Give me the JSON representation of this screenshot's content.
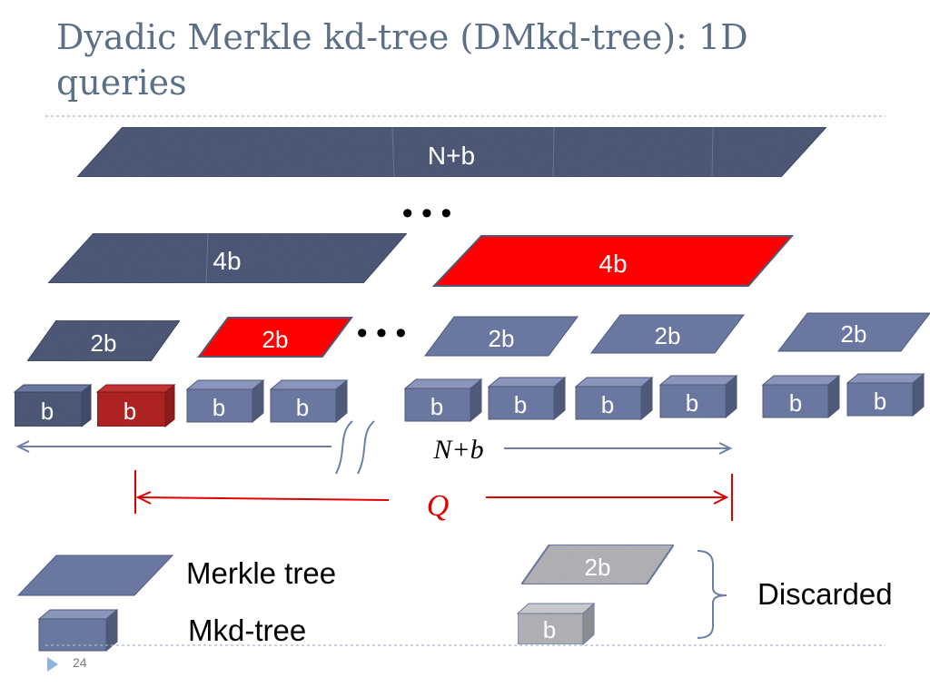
{
  "title": "Dyadic Merkle kd-tree (DMkd-tree): 1D queries",
  "ellipsis": "• • •",
  "labels": {
    "top": "N+b",
    "four_b": "4b",
    "two_b": "2b",
    "b": "b"
  },
  "range_label": "N+b",
  "query_label": "Q",
  "legend": {
    "merkle_tree": "Merkle tree",
    "mkd_tree": "Mkd-tree",
    "discarded": "Discarded",
    "sample_2b": "2b",
    "sample_b": "b"
  },
  "page_number": "24",
  "colors": {
    "merkle_dark": "#4e5a78",
    "merkle_light": "#6a77a0",
    "query": "#ff0000",
    "mkd_red": "#b22222",
    "discarded": "#b4b4b8",
    "arrow": "#6d7ea8",
    "title": "#5b6f87"
  }
}
